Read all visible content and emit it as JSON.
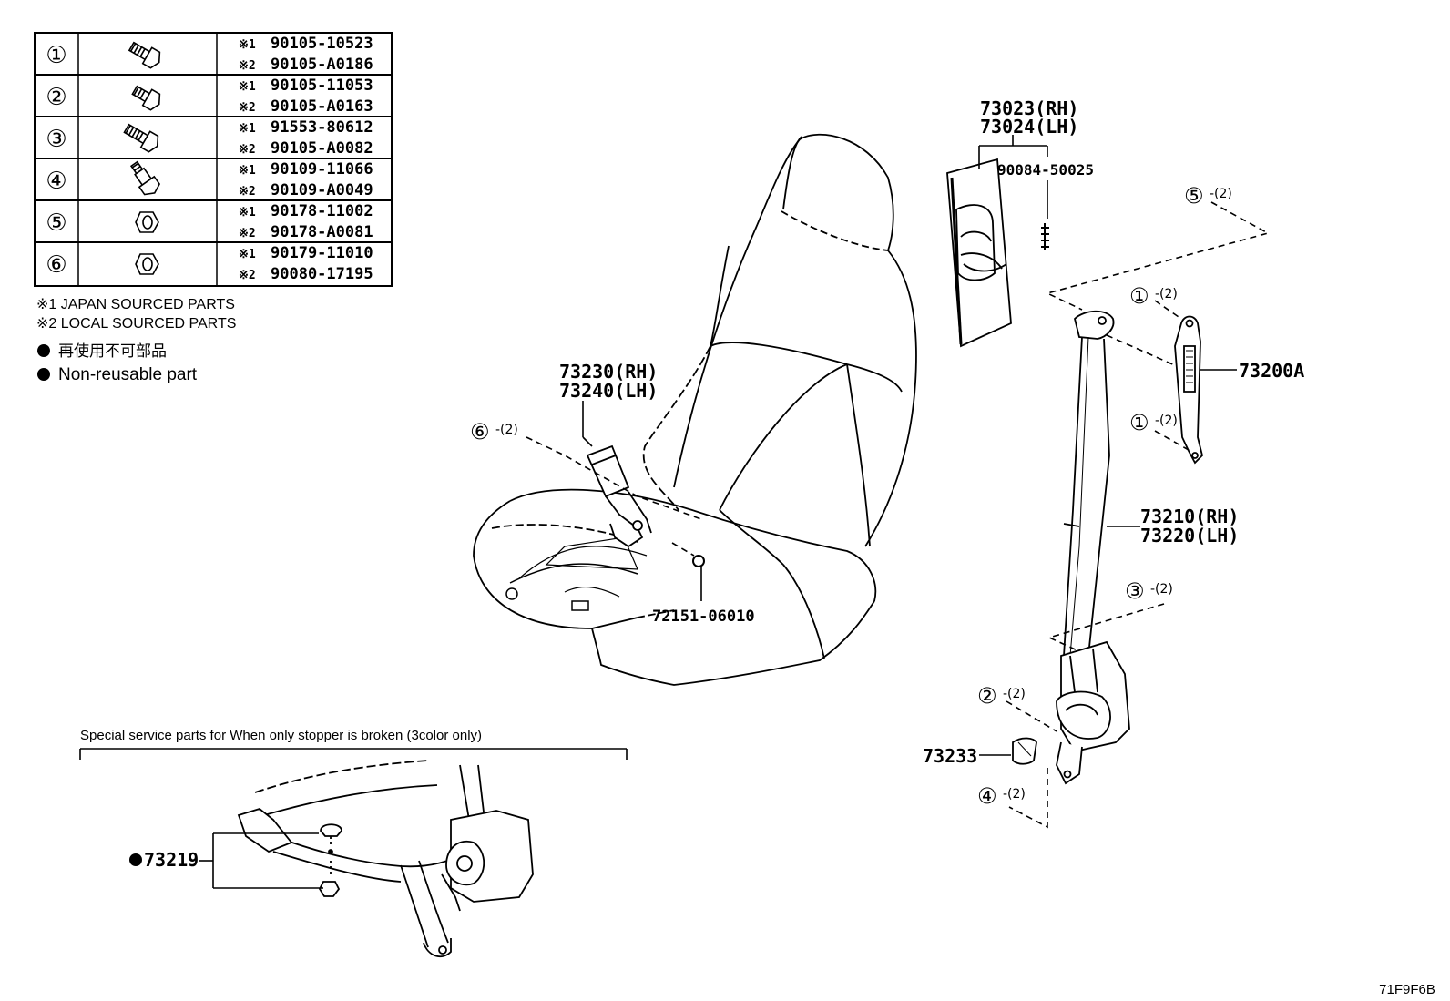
{
  "parts_table": [
    {
      "num": "①",
      "icon": "bolt-icon",
      "jp": "90105-10523",
      "local": "90105-A0186"
    },
    {
      "num": "②",
      "icon": "bolt-icon",
      "jp": "90105-11053",
      "local": "90105-A0163"
    },
    {
      "num": "③",
      "icon": "bolt-icon",
      "jp": "91553-80612",
      "local": "90105-A0082"
    },
    {
      "num": "④",
      "icon": "shoulder-bolt-icon",
      "jp": "90109-11066",
      "local": "90109-A0049"
    },
    {
      "num": "⑤",
      "icon": "nut-icon",
      "jp": "90178-11002",
      "local": "90178-A0081"
    },
    {
      "num": "⑥",
      "icon": "nut-icon",
      "jp": "90179-11010",
      "local": "90080-17195"
    }
  ],
  "marks": {
    "jp": "※1",
    "local": "※2",
    "dot": "●"
  },
  "legend": {
    "jp_sourced": "※1 JAPAN SOURCED PARTS",
    "local_sourced": "※2 LOCAL SOURCED PARTS",
    "non_reusable_jp": "再使用不可部品",
    "non_reusable_en": "Non-reusable part"
  },
  "labels": {
    "p73023": "73023(RH)",
    "p73024": "73024(LH)",
    "p90084": "90084-50025",
    "p73200a": "73200A",
    "p73210": "73210(RH)",
    "p73220": "73220(LH)",
    "p73230": "73230(RH)",
    "p73240": "73240(LH)",
    "p72151": "72151-06010",
    "p73233": "73233",
    "p73219": "73219",
    "c5": "⑤",
    "c1a": "①",
    "c1b": "①",
    "c6": "⑥",
    "c3": "③",
    "c2": "②",
    "c4": "④",
    "q2": "-(2)"
  },
  "special_note": "Special service parts for When only stopper is broken (3color only)",
  "figure_code": "71F9F6B"
}
